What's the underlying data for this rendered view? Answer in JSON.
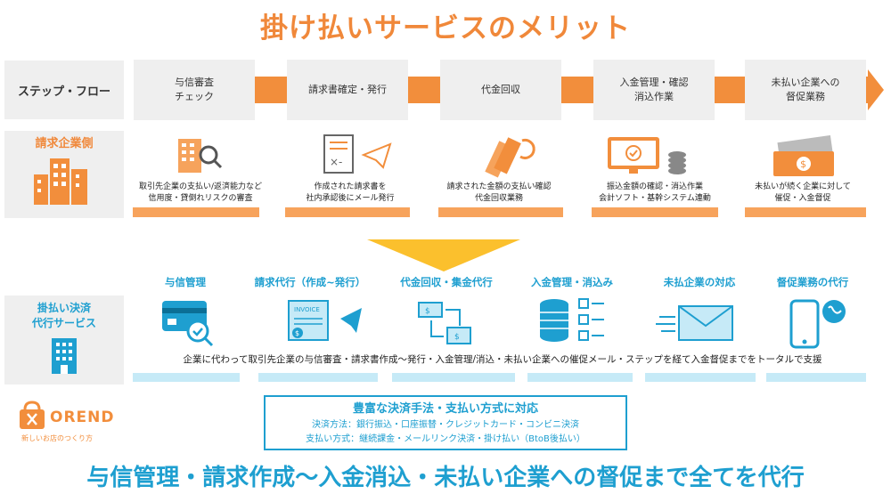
{
  "title": "掛け払いサービスのメリット",
  "step_flow": {
    "label": "ステップ・フロー",
    "steps": [
      "与信審査\nチェック",
      "請求書確定・発行",
      "代金回収",
      "入金管理・確認\n消込作業",
      "未払い企業への\n督促業務"
    ]
  },
  "billing_side": {
    "label": "請求企業側",
    "items": [
      {
        "text": "取引先企業の支払い/返済能力など\n信用度・貸倒れリスクの審査",
        "icon": "building-search-icon"
      },
      {
        "text": "作成された請求書を\n社内承認後にメール発行",
        "icon": "invoice-send-icon"
      },
      {
        "text": "請求された金額の支払い確認\n代金回収業務",
        "icon": "money-collect-icon"
      },
      {
        "text": "振込金額の確認・消込作業\n会計ソフト・基幹システム連動",
        "icon": "monitor-coins-icon"
      },
      {
        "text": "未払いが続く企業に対して\n催促・入金督促",
        "icon": "cash-bills-icon"
      }
    ]
  },
  "service": {
    "label": "掛払い決済\n代行サービス",
    "titles": [
      "与信管理",
      "請求代行（作成~発行）",
      "代金回収・集金代行",
      "入金管理・消込み",
      "未払企業の対応",
      "督促業務の代行"
    ],
    "icons": [
      "credit-card-check-icon",
      "invoice-send-icon",
      "bank-transfer-icon",
      "coins-checklist-icon",
      "mail-icon",
      "phone-chat-icon"
    ],
    "description": "企業に代わって取引先企業の与信審査・請求書作成〜発行・入金管理/消込・未払い企業への催促メール・ステップを経て入金督促までをトータルで支援"
  },
  "payment": {
    "title": "豊富な決済手法・支払い方式に対応",
    "methods": "決済方法：銀行振込・口座振替・クレジットカード・コンビニ決済",
    "styles": "支払い方式：継続課金・メールリンク決済・掛け払い（BtoB後払い）"
  },
  "logo": {
    "name": "OREND",
    "tagline": "新しいお店のつくり方"
  },
  "bottom_message": "与信管理・請求作成〜入金消込・未払い企業への督促まで全てを代行",
  "colors": {
    "orange": "#f28e3c",
    "blue": "#1e9fd0",
    "gray": "#efefef",
    "yellow": "#fbc02d"
  }
}
